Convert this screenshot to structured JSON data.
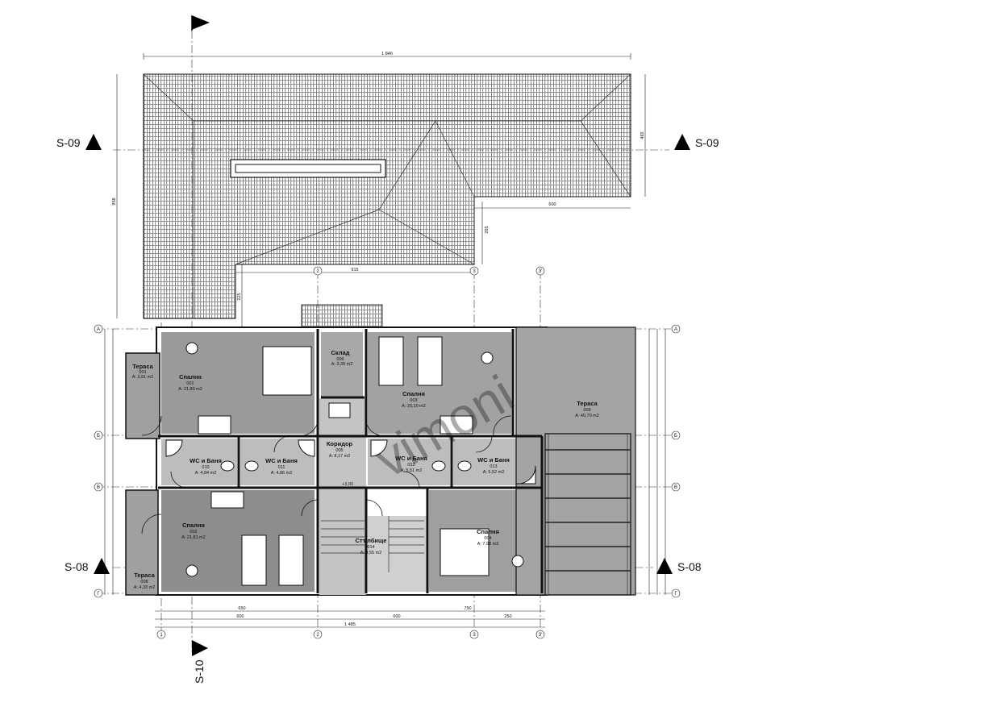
{
  "sections": {
    "s09_left": "S-09",
    "s09_right": "S-09",
    "s08_left": "S-08",
    "s08_right": "S-08",
    "s10": "S-10"
  },
  "rooms": [
    {
      "name": "Тераса",
      "num": "001",
      "area": "A: 3,91 m2"
    },
    {
      "name": "Спалня",
      "num": "001",
      "area": "A: 21,80 m2"
    },
    {
      "name": "Склад",
      "num": "006",
      "area": "A: 3,39 m2"
    },
    {
      "name": "Спалня",
      "num": "003",
      "area": "A: 20,10 m2"
    },
    {
      "name": "Тераса",
      "num": "009",
      "area": "A: 40,70 m2"
    },
    {
      "name": "WC и Баня",
      "num": "010",
      "area": "A: 4,84 m2"
    },
    {
      "name": "WC и Баня",
      "num": "011",
      "area": "A: 4,86 m2"
    },
    {
      "name": "Коридор",
      "num": "005",
      "area": "A: 8,17 m2"
    },
    {
      "name": "WC и Баня",
      "num": "012",
      "area": "A: 5,51 m2"
    },
    {
      "name": "WC и Баня",
      "num": "013",
      "area": "A: 5,52 m2"
    },
    {
      "name": "Спалня",
      "num": "002",
      "area": "A: 21,81 m2"
    },
    {
      "name": "Стълбище",
      "num": "014",
      "area": "A: 9,55 m2"
    },
    {
      "name": "Спалня",
      "num": "004",
      "area": "A: 7,98 m2"
    },
    {
      "name": "Тераса",
      "num": "008",
      "area": "A: 4,33 m2"
    }
  ],
  "axes": {
    "left": [
      "A",
      "Б",
      "B",
      "Г"
    ],
    "right": [
      "A",
      "Б",
      "B",
      "Г"
    ],
    "bottom": [
      "1",
      "2",
      "3",
      "3'"
    ],
    "top": [
      "2",
      "3",
      "3'"
    ]
  },
  "dims": {
    "top_total": "1 846",
    "roof_600": "600",
    "roof_465": "465",
    "roof_958": "958",
    "roof_265": "265",
    "axis_915": "915",
    "axis_225": "225",
    "bottom_650": "650",
    "bottom_750": "750",
    "bottom_600a": "600",
    "bottom_600b": "600",
    "bottom_250": "250",
    "bottom_total": "1 485",
    "level": "+3,00"
  },
  "watermark": "vimoni"
}
